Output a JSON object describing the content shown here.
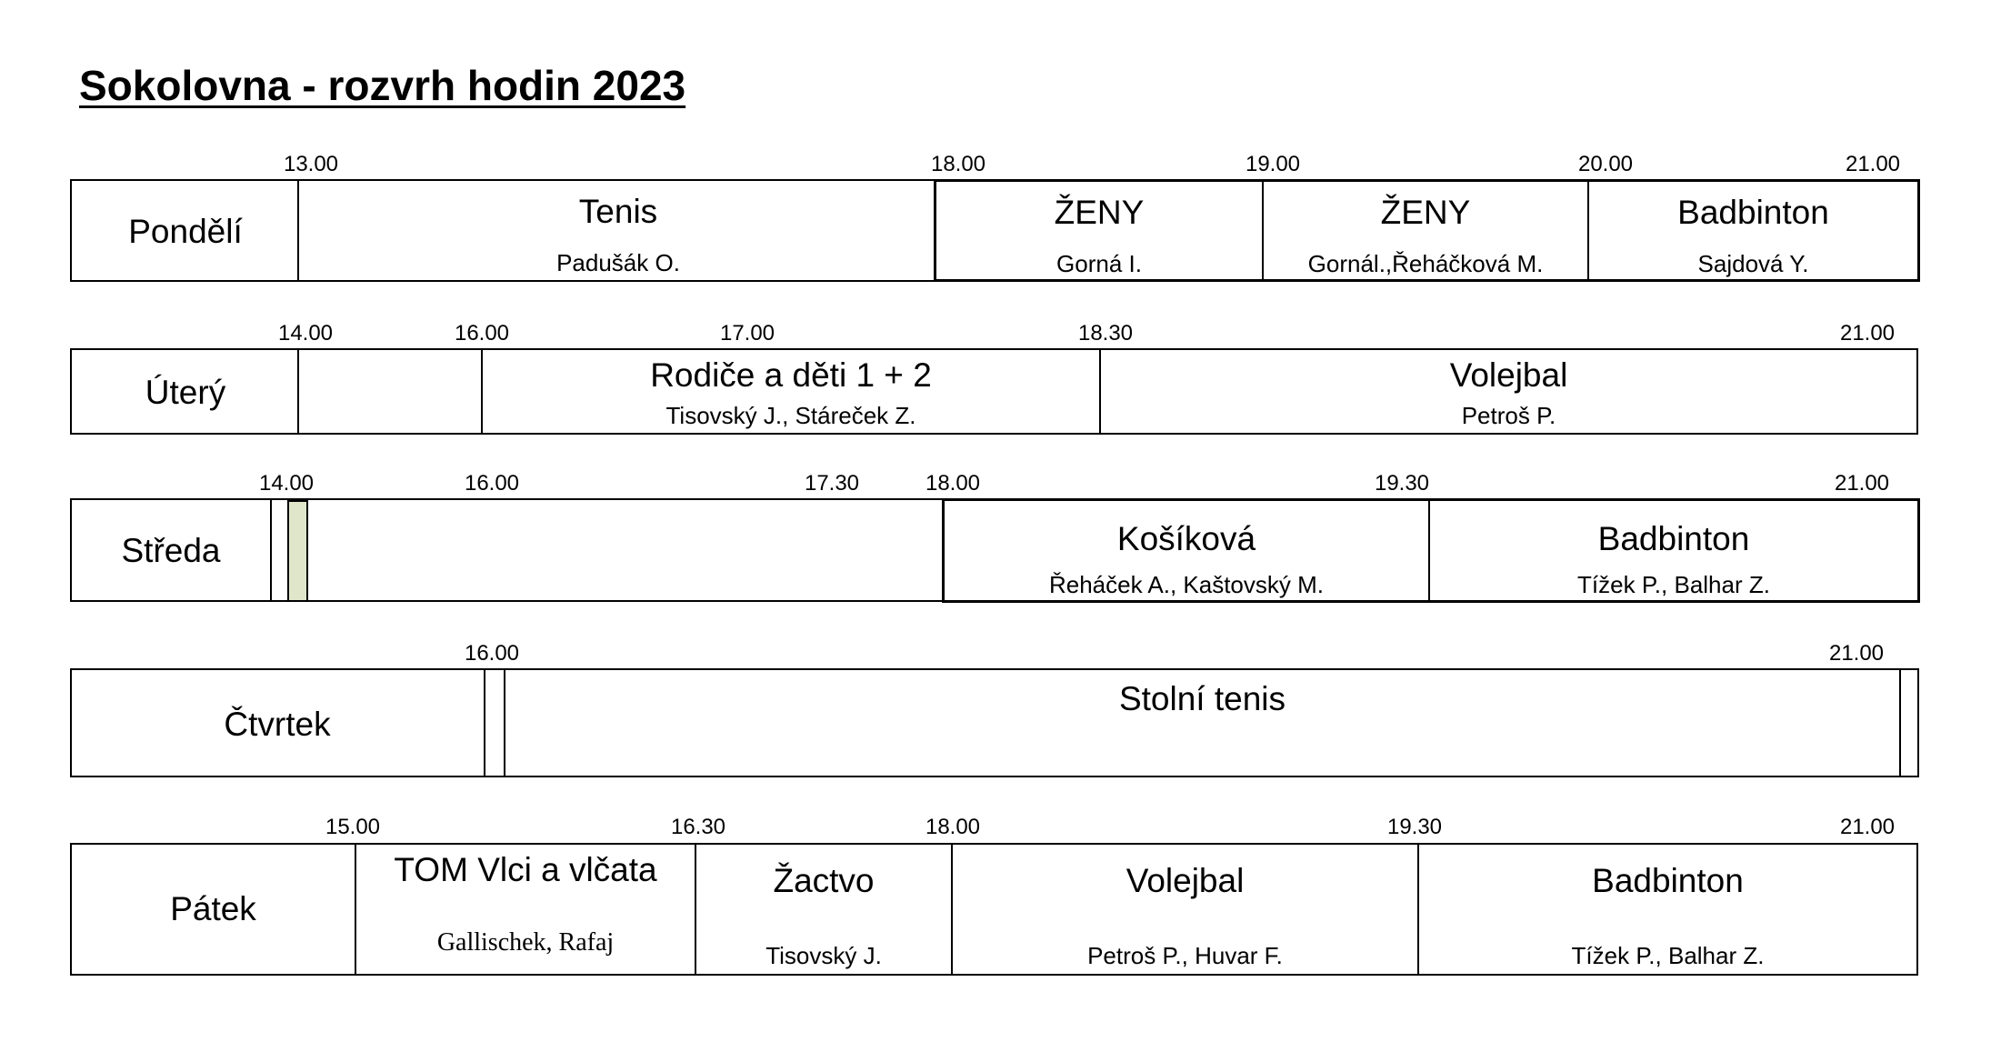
{
  "title": "Sokolovna - rozvrh hodin 2023",
  "days": {
    "mon": {
      "name": "Pondělí",
      "times": [
        "13.00",
        "18.00",
        "19.00",
        "20.00",
        "21.00"
      ],
      "slots": [
        {
          "activity": "Tenis",
          "leader": "Padušák O."
        },
        {
          "activity": "ŽENY",
          "leader": "Gorná I."
        },
        {
          "activity": "ŽENY",
          "leader": "Gornál.,Řeháčková M."
        },
        {
          "activity": "Badbinton",
          "leader": "Sajdová Y."
        }
      ]
    },
    "tue": {
      "name": "Úterý",
      "times": [
        "14.00",
        "16.00",
        "17.00",
        "18.30",
        "21.00"
      ],
      "slots": [
        {
          "activity": "Rodiče a děti 1 + 2",
          "leader": "Tisovský J., Stáreček Z."
        },
        {
          "activity": "Volejbal",
          "leader": "Petroš P."
        }
      ]
    },
    "wed": {
      "name": "Středa",
      "times": [
        "14.00",
        "16.00",
        "17.30",
        "18.00",
        "19.30",
        "21.00"
      ],
      "slots": [
        {
          "activity": "Košíková",
          "leader": "Řeháček A., Kaštovský M."
        },
        {
          "activity": "Badbinton",
          "leader": "Tížek P., Balhar Z."
        }
      ]
    },
    "thu": {
      "name": "Čtvrtek",
      "times": [
        "16.00",
        "21.00"
      ],
      "slots": [
        {
          "activity": "Stolní tenis"
        }
      ]
    },
    "fri": {
      "name": "Pátek",
      "times": [
        "15.00",
        "16.30",
        "18.00",
        "19.30",
        "21.00"
      ],
      "slots": [
        {
          "activity": "TOM Vlci a vlčata",
          "leader": "Gallischek,  Rafaj"
        },
        {
          "activity": "Žactvo",
          "leader": "Tisovský J."
        },
        {
          "activity": "Volejbal",
          "leader": "Petroš P., Huvar F."
        },
        {
          "activity": "Badbinton",
          "leader": "Tížek P., Balhar Z."
        }
      ]
    }
  }
}
